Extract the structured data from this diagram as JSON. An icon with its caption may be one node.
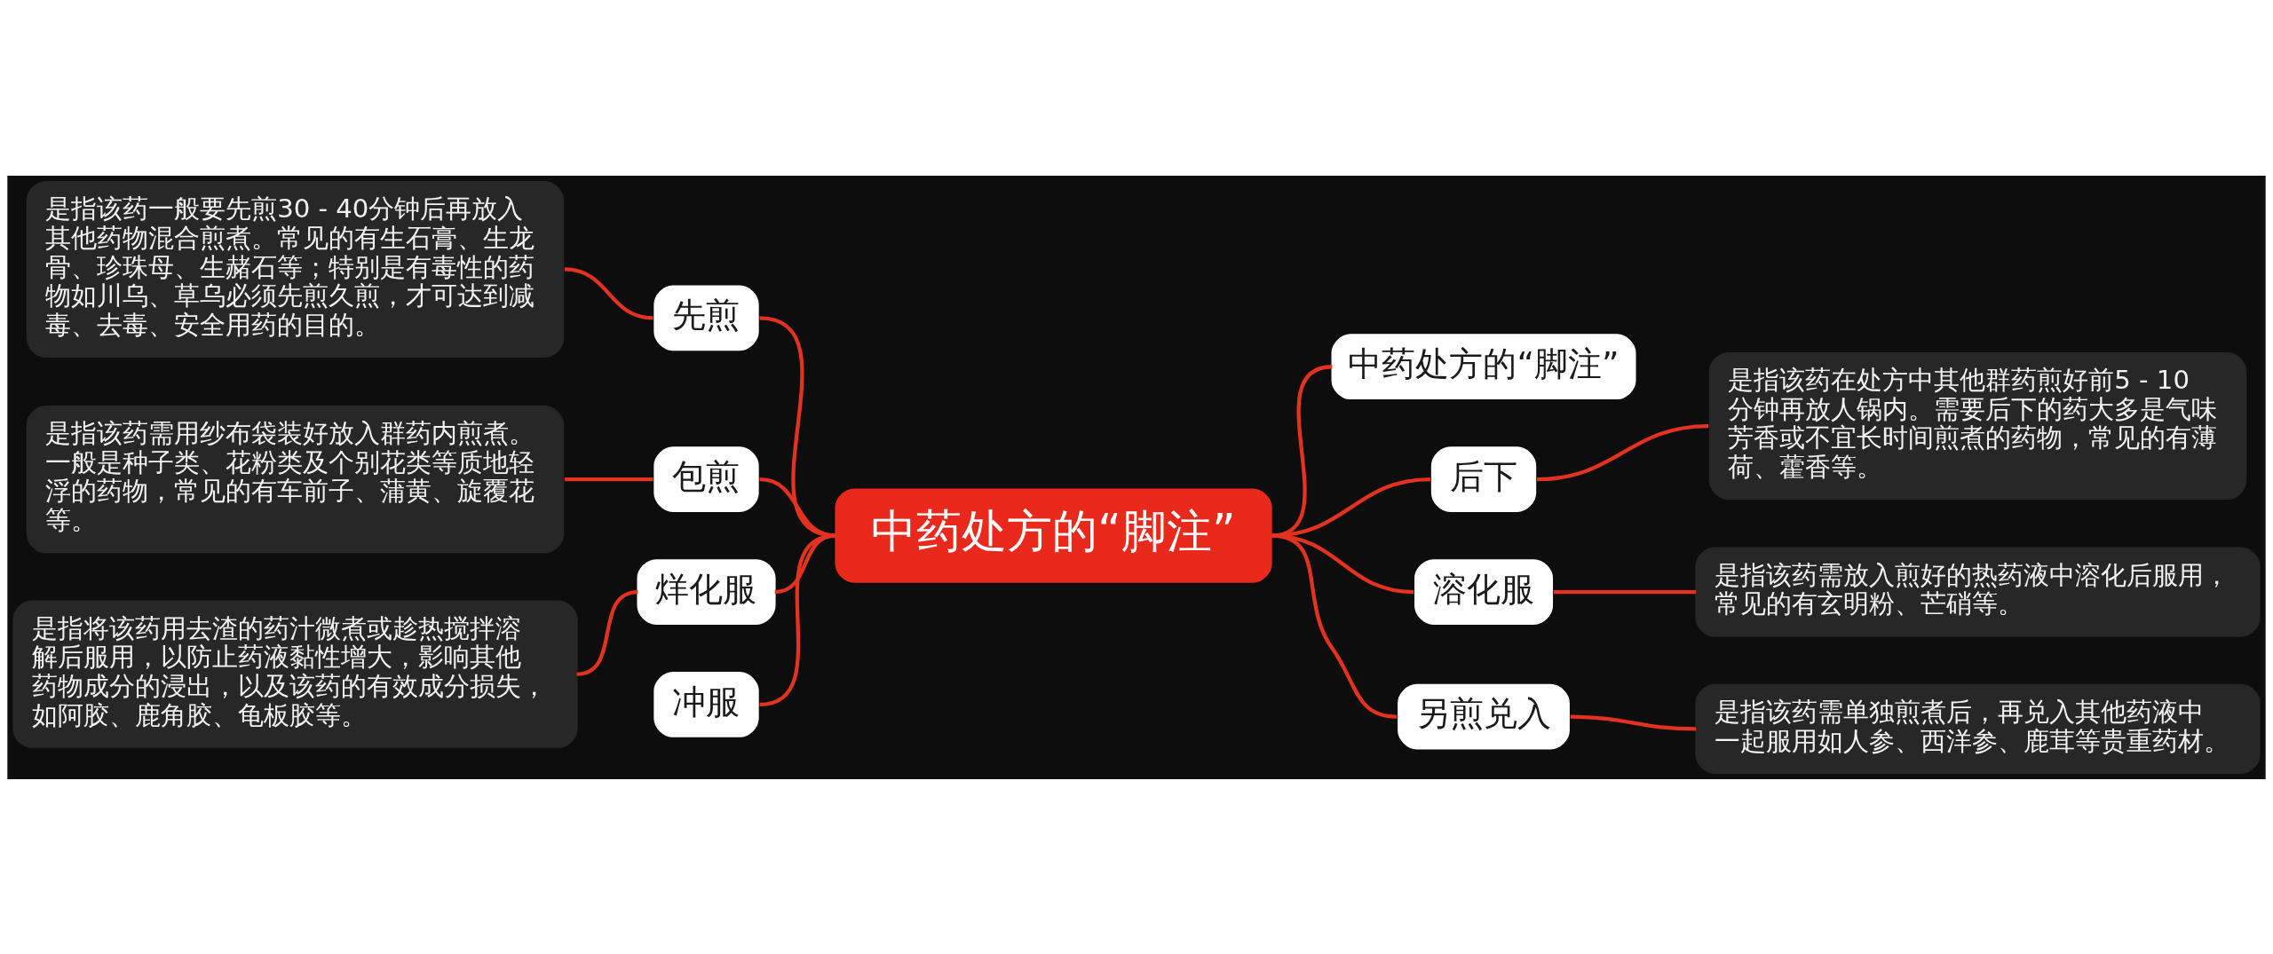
{
  "diagram": {
    "nodes": [
      {
        "text": [
          "中药处方的“脚注”"
        ]
      },
      {
        "text": [
          "先煎"
        ]
      },
      {
        "text": [
          "是指该药一般要先煎30 - 40分钟后再放入其他药物混合煎煮。常见的有生石膏、生龙骨、珍珠母、生赭石等；特别是有毒性的药物如川乌、草乌必须先煎久煎，才可达到减毒、去毒、安全用药的目的。"
        ]
      },
      {
        "text": [
          "包煎"
        ]
      },
      {
        "text": [
          "是指该药需用纱布袋装好放入群药内煎煮。一般是种子类、花粉类及个别花类等质地轻浮的药物，常见的有车前子、蒲黄、旋覆花等。"
        ]
      },
      {
        "text": [
          "烊化服"
        ]
      },
      {
        "text": [
          "是指将该药用去渣的药汁微煮或趁热搅拌溶解后服用，以防止药液黏性增大，影响其他药物成分的浸出，以及该药的有效成分损失，如阿胶、鹿角胶、龟板胶等。"
        ]
      },
      {
        "text": [
          "冲服"
        ]
      },
      {
        "text": [
          "中药处方的“脚注”"
        ]
      },
      {
        "text": [
          "后下"
        ]
      },
      {
        "text": [
          "是指该药在处方中其他群药煎好前5 - 10分钟再放人锅内。需要后下的药大多是气味芳香或不宜长时间煎煮的药物，常见的有薄荷、藿香等。"
        ]
      },
      {
        "text": [
          "溶化服"
        ]
      },
      {
        "text": [
          "是指该药需放入煎好的热药液中溶化后服用，常见的有玄明粉、芒硝等。"
        ]
      },
      {
        "text": [
          "另煎兑入"
        ]
      },
      {
        "text": [
          "是指该药需单独煎煮后，再兑入其他药液中一起服用如人参、西洋参、鹿茸等贵重药材。"
        ]
      }
    ],
    "edges": [
      {
        "from": 2,
        "to": 1,
        "arrow": "none"
      },
      {
        "from": 1,
        "to": 0,
        "arrow": "none"
      },
      {
        "from": 4,
        "to": 3,
        "arrow": "none"
      },
      {
        "from": 3,
        "to": 0,
        "arrow": "none"
      },
      {
        "from": 6,
        "to": 5,
        "arrow": "none"
      },
      {
        "from": 5,
        "to": 0,
        "arrow": "none"
      },
      {
        "from": 7,
        "to": 0,
        "arrow": "none"
      },
      {
        "from": 0,
        "to": 8,
        "arrow": "none"
      },
      {
        "from": 0,
        "to": 9,
        "arrow": "none"
      },
      {
        "from": 9,
        "to": 10,
        "arrow": "none"
      },
      {
        "from": 0,
        "to": 11,
        "arrow": "none"
      },
      {
        "from": 11,
        "to": 12,
        "arrow": "none"
      },
      {
        "from": 0,
        "to": 13,
        "arrow": "none"
      },
      {
        "from": 13,
        "to": 14,
        "arrow": "none"
      }
    ]
  }
}
